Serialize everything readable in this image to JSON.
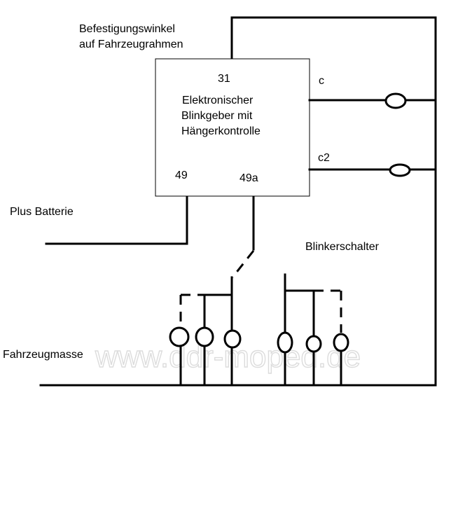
{
  "labels": {
    "bracket_line1": "Befestigungswinkel",
    "bracket_line2": "auf Fahrzeugrahmen",
    "relay_line1": "Elektronischer",
    "relay_line2": "Blinkgeber mit",
    "relay_line3": "Hängerkontrolle",
    "terminal_31": "31",
    "terminal_49": "49",
    "terminal_49a": "49a",
    "terminal_c": "c",
    "terminal_c2": "c2",
    "plus_battery": "Plus Batterie",
    "switch": "Blinkerschalter",
    "ground": "Fahrzeugmasse"
  },
  "watermark": "www.ddr-moped.de"
}
